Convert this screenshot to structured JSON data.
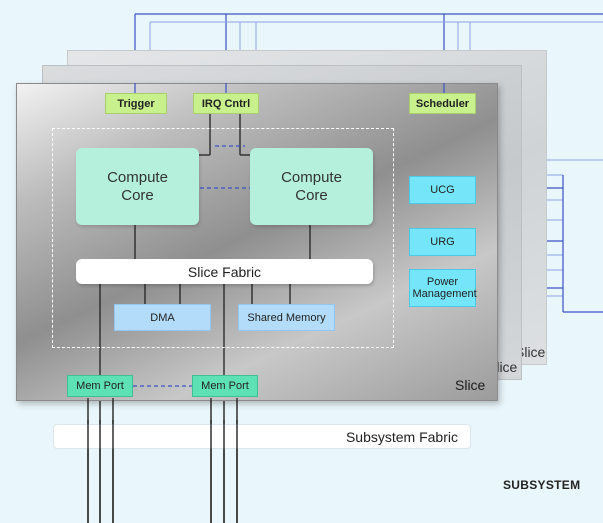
{
  "slices": {
    "back2_label": "Slice",
    "back1_label": "Slice",
    "front_label": "Slice"
  },
  "tags": {
    "trigger": "Trigger",
    "irq": "IRQ Cntrl",
    "scheduler": "Scheduler"
  },
  "cores": {
    "left": "Compute Core",
    "right": "Compute Core"
  },
  "slice_fabric": "Slice Fabric",
  "dma": "DMA",
  "shared_memory": "Shared Memory",
  "side_blocks": {
    "ucg": "UCG",
    "urg": "URG",
    "power": "Power Management"
  },
  "mem_ports": {
    "left": "Mem Port",
    "right": "Mem Port"
  },
  "subsystem_fabric": "Subsystem Fabric",
  "subsystem_label": "SUBSYSTEM",
  "colors": {
    "background": "#e9f6fb",
    "wire_blue": "#3b52c4",
    "wire_light": "#8fa0e6",
    "green_tag": "#c8f08c",
    "core": "#b4f0dc",
    "cyan_block": "#75e5fa",
    "light_blue_block": "#b3dcfa",
    "mem_port": "#5fe1b6"
  }
}
